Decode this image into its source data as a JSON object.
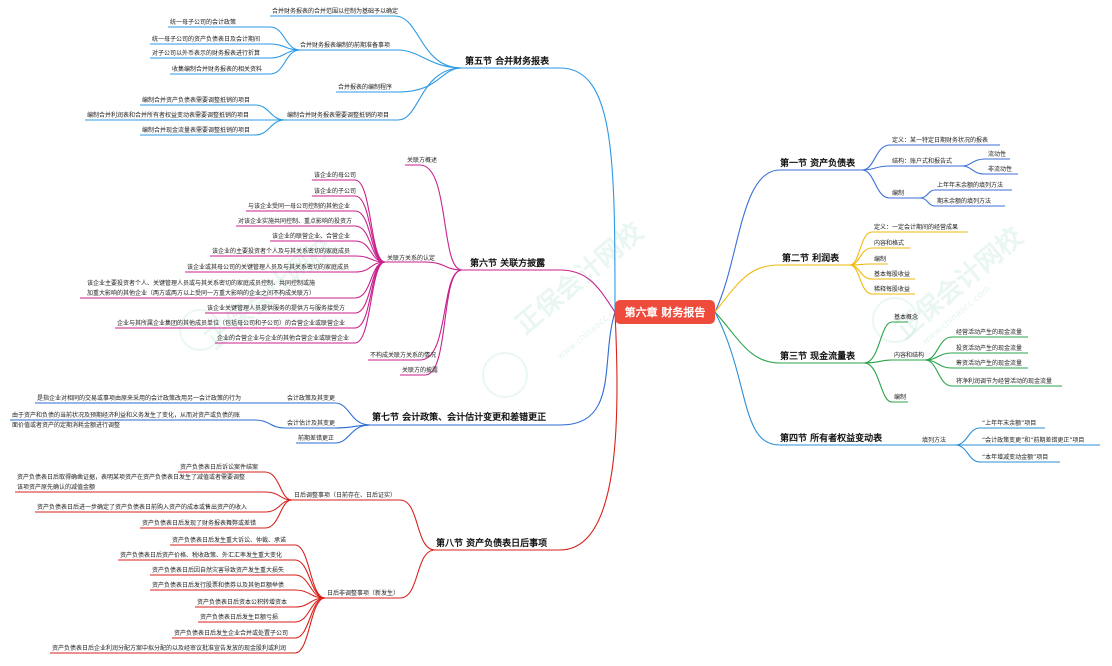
{
  "center": {
    "label": "第六章 财务报告",
    "color": "#ef4b3c"
  },
  "watermark": {
    "text": "正保会计网校",
    "url": "www.chinaacc.com"
  },
  "sections": {
    "s5": {
      "title": "第五节 合并财务报表",
      "color": "#2b9ae6",
      "n1": "合并财务报表的合并范围以控制为基础予以确定",
      "n2": "合并财务报表编制的前期准备事项",
      "n2a": "统一母子公司的会计政策",
      "n2b": "统一母子公司的资产负债表日及会计期间",
      "n2c": "对子公司以外币表示的财务报表进行折算",
      "n2d": "收集编制合并财务报表的相关资料",
      "n3": "合并报表的编制程序",
      "n4": "编制合并财务报表需要调整抵销的项目",
      "n4a": "编制合并资产负债表需要调整抵销的项目",
      "n4b": "编制合并利润表和合并所有者权益变动表需要调整抵销的项目",
      "n4c": "编制合并现金流量表需要调整抵销的项目"
    },
    "s6": {
      "title": "第六节 关联方披露",
      "color": "#c8218c",
      "n1": "关联方概述",
      "n2": "关联方关系的认定",
      "items": [
        "该企业的母公司",
        "该企业的子公司",
        "与该企业受同一母公司控制的其他企业",
        "对该企业实施共同控制、重点影响的投资方",
        "该企业的联营企业、合营企业",
        "该企业的主要投资者个人及与其关系密切的家庭成员",
        "该企业或其母公司的关键管理人员及与其关系密切的家庭成员",
        "该企业主要投资者个人、关键管理人员或与其关系密切的家庭成员控制、共同控制或施",
        "加重大影响的其他企业（两方或两方以上受同一方重大影响的企业之间不构成关联方）",
        "该企业关键管理人员提供服务的提供方与服务接受方",
        "企业与其所属企业集团的其他成员单位（包括母公司和子公司）的合营企业或联营企业",
        "企业的合营企业与企业的其他合营企业或联营企业"
      ],
      "n3": "不构成关联方关系的情况",
      "n4": "关联方的披露"
    },
    "s7": {
      "title": "第七节 会计政策、会计估计变更和差错更正",
      "color": "#2b6bd6",
      "n1": "会计政策及其变更",
      "n1a": "是指企业对相同的交易或事项由原来采用的会计政策改用另一会计政策的行为",
      "n2": "会计估计及其变更",
      "n2a": "由于资产和负债的当前状况及预期经济利益和义务发生了变化，从而对资产或负债的账",
      "n2b": "面价值或者资产的定期消耗金额进行调整",
      "n3": "前期差错更正"
    },
    "s8": {
      "title": "第八节 资产负债表日后事项",
      "color": "#d8221c",
      "n1": "日后调整事项（日前存在、日后证实）",
      "adj": [
        "资产负债表日后诉讼案件结案",
        "资产负债表日后取得确凿证据，表明某项资产在资产负债表日发生了减值或者需要调整",
        "该项资产原先确认的减值金额",
        "资产负债表日后进一步确定了资产负债表日前购入资产的成本或售出资产的收入",
        "资产负债表日后发现了财务报表舞弊或差错"
      ],
      "n2": "日后非调整事项（新发生）",
      "nonadj": [
        "资产负债表日后发生重大诉讼、仲裁、承诺",
        "资产负债表日后资产价格、税收政策、外汇汇率发生重大变化",
        "资产负债表日后因自然灾害导致资产发生重大损失",
        "资产负债表日后发行股票和债券以及其他巨额举债",
        "资产负债表日后资本公积转增资本",
        "资产负债表日后发生巨额亏损",
        "资产负债表日后发生企业合并或处置子公司",
        "资产负债表日后企业利润分配方案中拟分配的以及经审议批准宣告发放的现金股利或利润"
      ]
    },
    "s1": {
      "title": "第一节 资产负债表",
      "color": "#3b6fd8",
      "n1": "定义：某一特定日期财务状况的报表",
      "n2": "结构：账户式和报告式",
      "n2a": "流动性",
      "n2b": "非流动性",
      "n3": "编制",
      "n3a": "上年年末余额的填列方法",
      "n3b": "期末余额的填列方法"
    },
    "s2": {
      "title": "第二节 利润表",
      "color": "#f0b90b",
      "items": [
        "定义：一定会计期间的经营成果",
        "内容和格式",
        "编制",
        "基本每股收益",
        "稀释每股收益"
      ]
    },
    "s3": {
      "title": "第三节 现金流量表",
      "color": "#2aa34a",
      "n1": "基本概念",
      "n2": "内容和结构",
      "n2items": [
        "经营活动产生的现金流量",
        "投资活动产生的现金流量",
        "筹资活动产生的现金流量",
        "将净利润调节为经营活动的现金流量"
      ],
      "n3": "编制"
    },
    "s4": {
      "title": "第四节 所有者权益变动表",
      "color": "#2b8fd6",
      "n1": "填列方法",
      "items": [
        "“上年年末余额”项目",
        "“会计政策变更”和“前期差错更正”项目",
        "“本年增减变动金额”项目"
      ]
    }
  }
}
